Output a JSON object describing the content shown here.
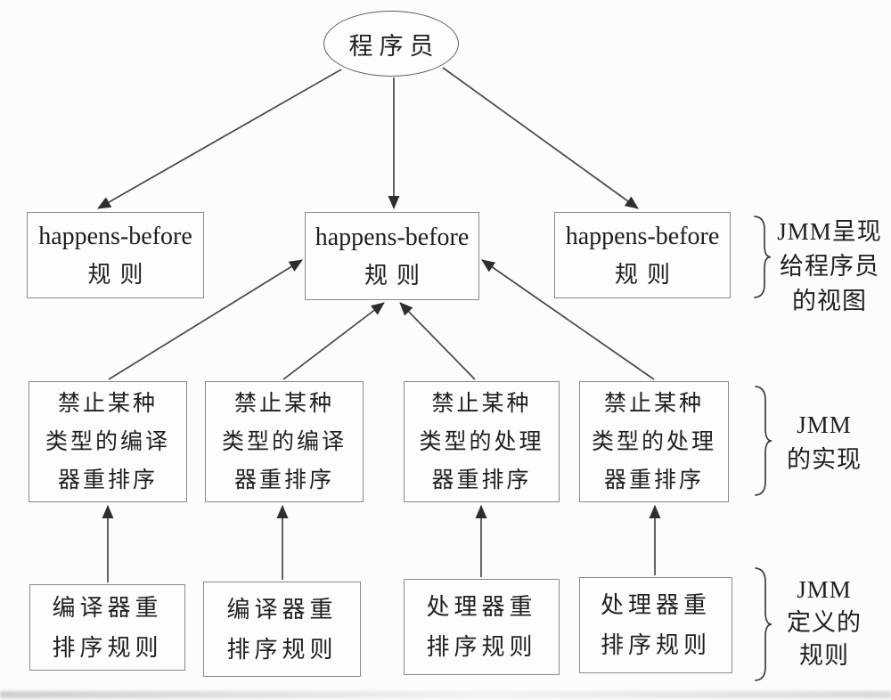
{
  "diagram": {
    "root": {
      "label": "程序员"
    },
    "view_row": {
      "boxes": [
        {
          "line1": "happens-before",
          "line2": "规则"
        },
        {
          "line1": "happens-before",
          "line2": "规则"
        },
        {
          "line1": "happens-before",
          "line2": "规则"
        }
      ],
      "annotation": {
        "line1": "JMM呈现",
        "line2": "给程序员",
        "line3": "的视图"
      }
    },
    "impl_row": {
      "boxes": [
        {
          "line1": "禁止某种",
          "line2": "类型的编译",
          "line3": "器重排序"
        },
        {
          "line1": "禁止某种",
          "line2": "类型的编译",
          "line3": "器重排序"
        },
        {
          "line1": "禁止某种",
          "line2": "类型的处理",
          "line3": "器重排序"
        },
        {
          "line1": "禁止某种",
          "line2": "类型的处理",
          "line3": "器重排序"
        }
      ],
      "annotation": {
        "line1": "JMM",
        "line2": "的实现"
      }
    },
    "rules_row": {
      "boxes": [
        {
          "line1": "编译器重",
          "line2": "排序规则"
        },
        {
          "line1": "编译器重",
          "line2": "排序规则"
        },
        {
          "line1": "处理器重",
          "line2": "排序规则"
        },
        {
          "line1": "处理器重",
          "line2": "排序规则"
        }
      ],
      "annotation": {
        "line1": "JMM",
        "line2": "定义的",
        "line3": "规则"
      }
    },
    "colors": {
      "arrow_line": "#474747",
      "box_border": "#8a8a8a",
      "text": "#1f1f1f",
      "background": "#fcfcfc"
    }
  }
}
